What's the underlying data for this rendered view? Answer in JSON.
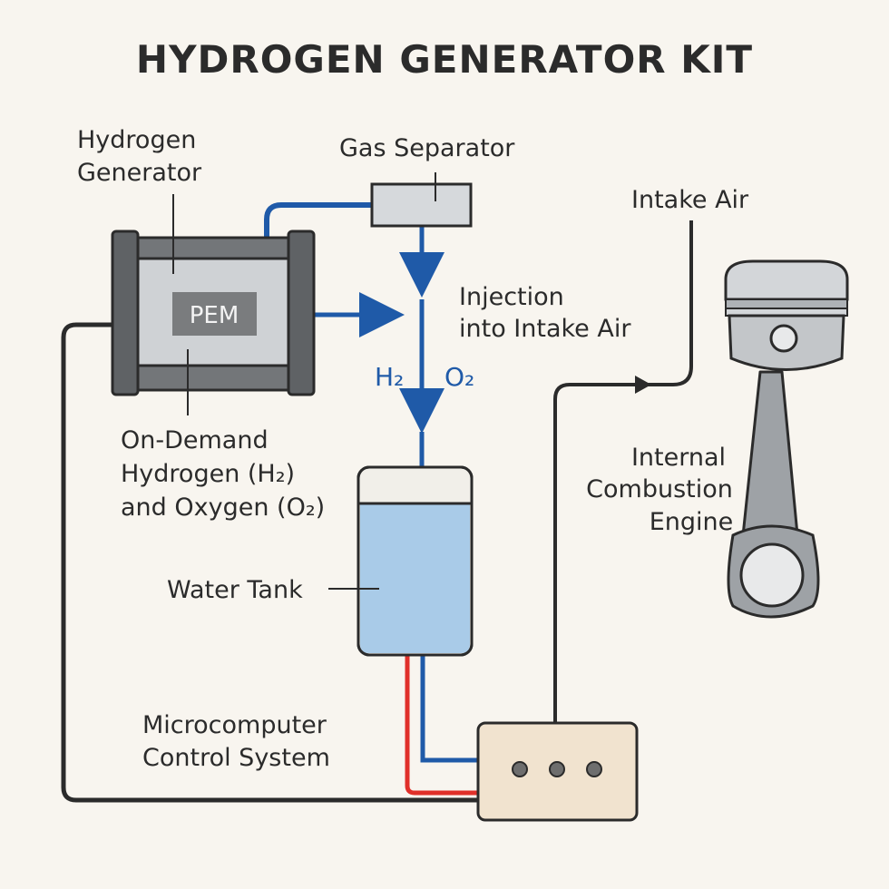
{
  "title": "HYDROGEN GENERATOR KIT",
  "labels": {
    "hydrogen_generator_line1": "Hydrogen",
    "hydrogen_generator_line2": "Generator",
    "pem": "PEM",
    "gas_separator": "Gas Separator",
    "intake_air": "Intake Air",
    "injection_line1": "Injection",
    "injection_line2": "into Intake Air",
    "h2": "H₂",
    "o2": "O₂",
    "on_demand_line1": "On-Demand",
    "on_demand_line2": "Hydrogen (H₂)",
    "on_demand_line3": "and Oxygen (O₂)",
    "internal_line1": "Internal",
    "internal_line2": "Combustion",
    "internal_line3": "Engine",
    "water_tank": "Water Tank",
    "microcomputer_line1": "Microcomputer",
    "microcomputer_line2": "Control System"
  },
  "colors": {
    "background": "#f8f5ef",
    "water_line": "#1f5aa8",
    "power_line": "#e0302a",
    "signal_line": "#2b2b2b",
    "water": "#a9cbe8",
    "controller": "#f1e3cf",
    "metal": "#b5b9bd"
  }
}
